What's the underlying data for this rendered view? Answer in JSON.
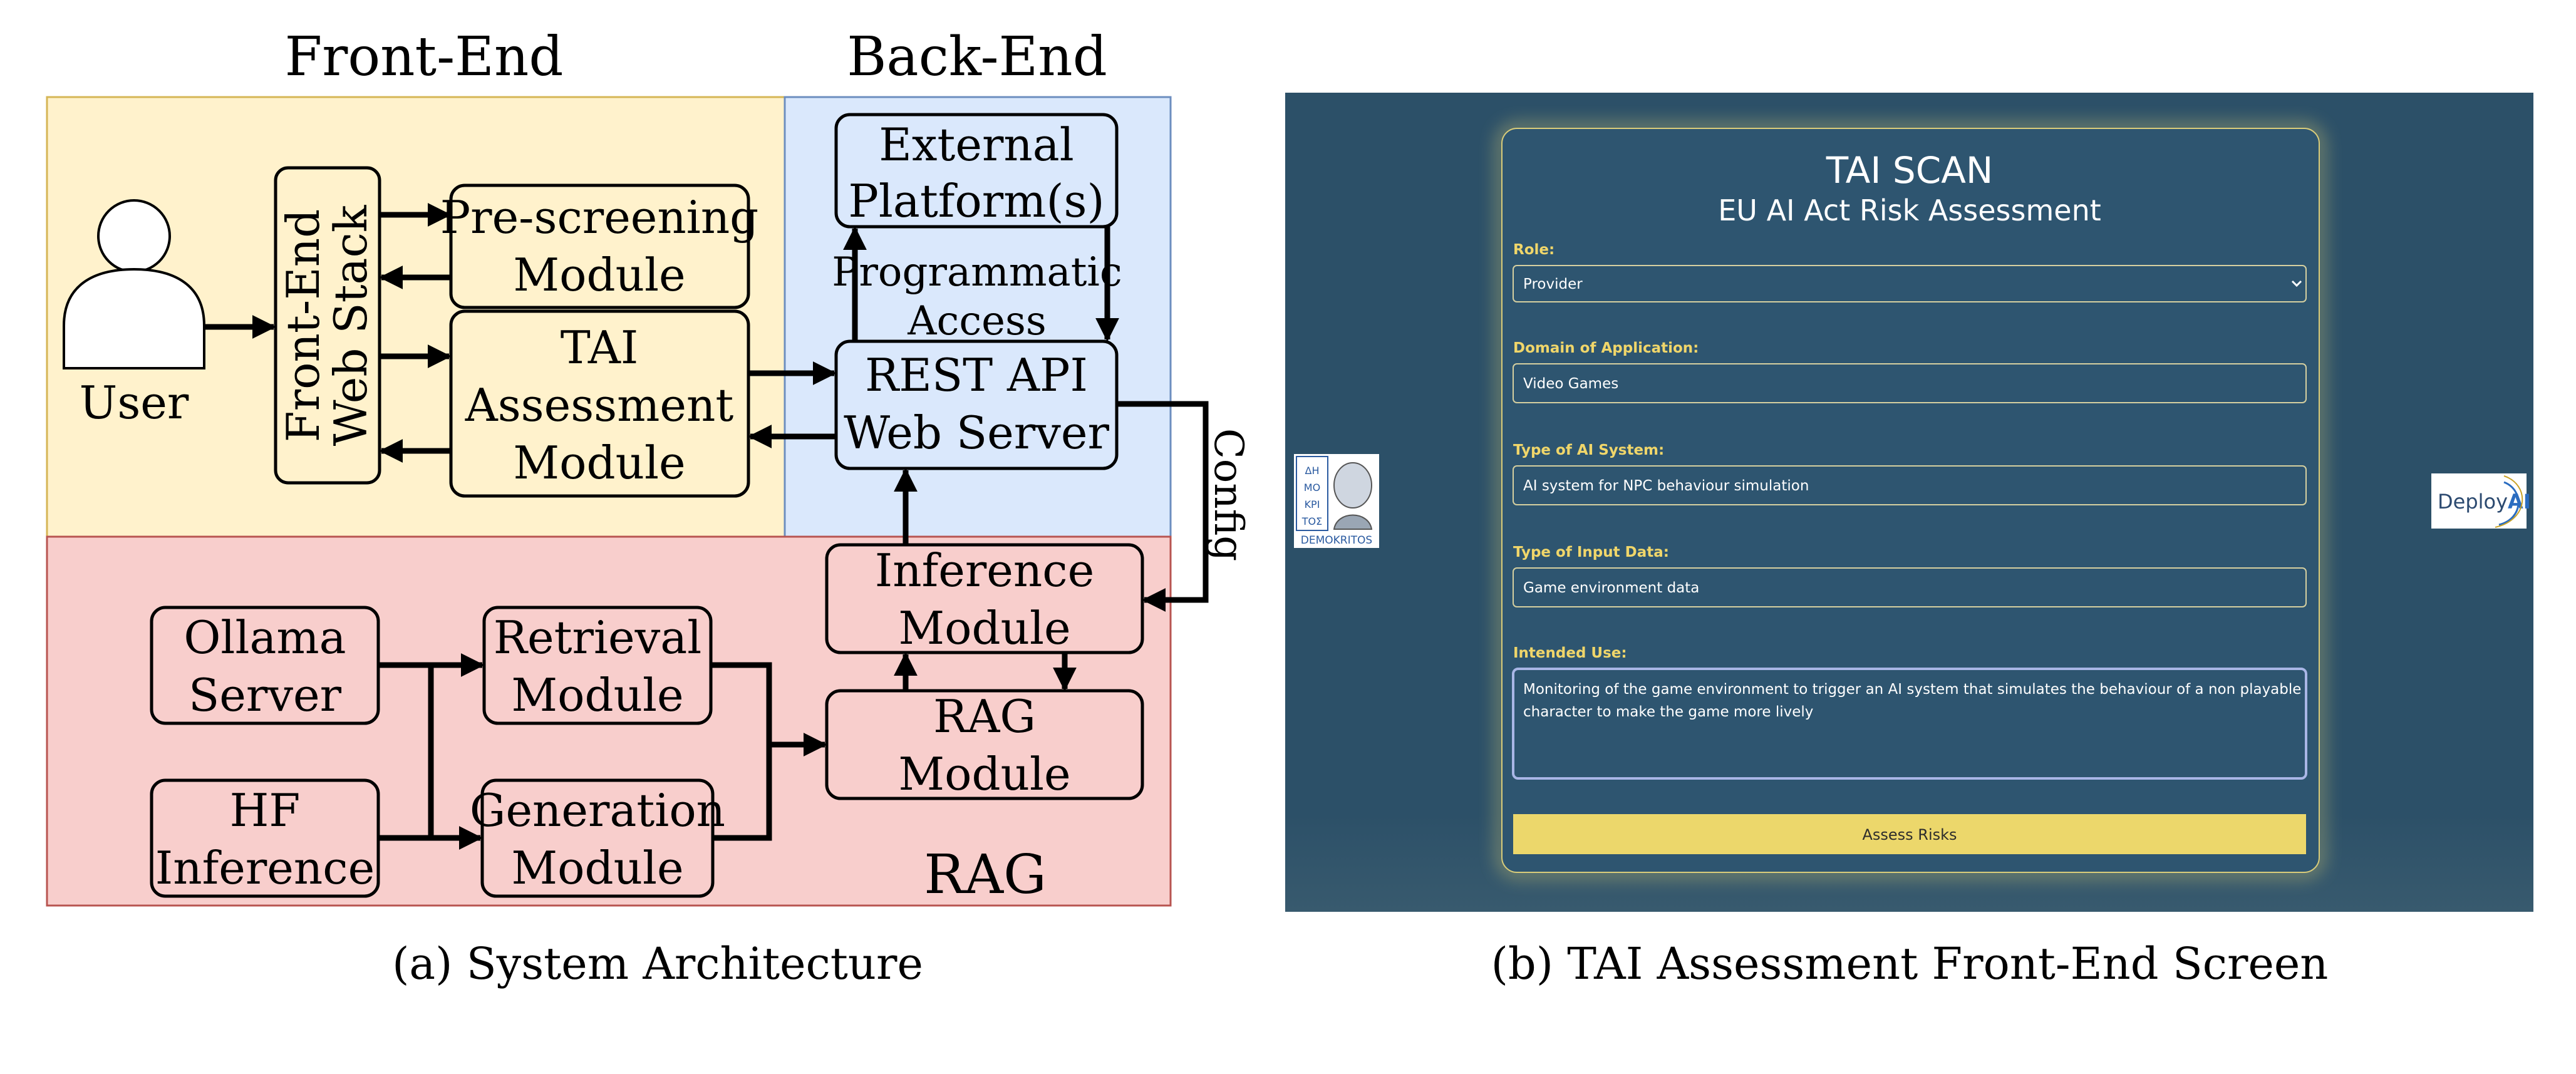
{
  "diagram": {
    "headers": {
      "front_end": "Front-End",
      "back_end": "Back-End",
      "rag": "RAG"
    },
    "nodes": {
      "user": "User",
      "web_stack": [
        "Front-End",
        "Web Stack"
      ],
      "prescreening": [
        "Pre-screening",
        "Module"
      ],
      "tai_assessment": [
        "TAI",
        "Assessment",
        "Module"
      ],
      "external": [
        "External",
        "Platform(s)"
      ],
      "programmatic": [
        "Programmatic",
        "Access"
      ],
      "rest_api": [
        "REST API",
        "Web Server"
      ],
      "config": "Config",
      "inference": [
        "Inference",
        "Module"
      ],
      "ollama": [
        "Ollama",
        "Server"
      ],
      "retrieval": [
        "Retrieval",
        "Module"
      ],
      "rag_module": [
        "RAG",
        "Module"
      ],
      "hf": [
        "HF",
        "Inference"
      ],
      "generation": [
        "Generation",
        "Module"
      ]
    },
    "region_colors": {
      "front_end": "#fff2cc",
      "back_end": "#dae8fc",
      "rag": "#f8cecc"
    },
    "caption": "(a) System Architecture"
  },
  "screen": {
    "title": "TAI SCAN",
    "subtitle": "EU AI Act Risk Assessment",
    "fields": [
      {
        "label": "Role:",
        "value": "Provider",
        "type": "select"
      },
      {
        "label": "Domain of Application:",
        "value": "Video Games",
        "type": "input"
      },
      {
        "label": "Type of AI System:",
        "value": "AI system for NPC behaviour simulation",
        "type": "input"
      },
      {
        "label": "Type of Input Data:",
        "value": "Game environment data",
        "type": "input"
      }
    ],
    "intended_use": {
      "label": "Intended Use:",
      "lines": [
        "Monitoring of the game environment to trigger an AI system that simulates the behaviour of a non playable",
        "character to make the game more lively"
      ]
    },
    "submit_label": "Assess Risks",
    "logo_left_text": "DEMOKRITOS",
    "logo_left_letters": [
      "ΔΗ",
      "ΜΟ",
      "ΚΡΙ",
      "ΤΟΣ"
    ],
    "logo_right_text": [
      "Deploy",
      "AI"
    ],
    "colors": {
      "background": "#2c5068",
      "card": "#2e5570",
      "accent": "#ecd76b",
      "glow": "#e9d873"
    },
    "caption": "(b) TAI Assessment Front-End Screen"
  }
}
